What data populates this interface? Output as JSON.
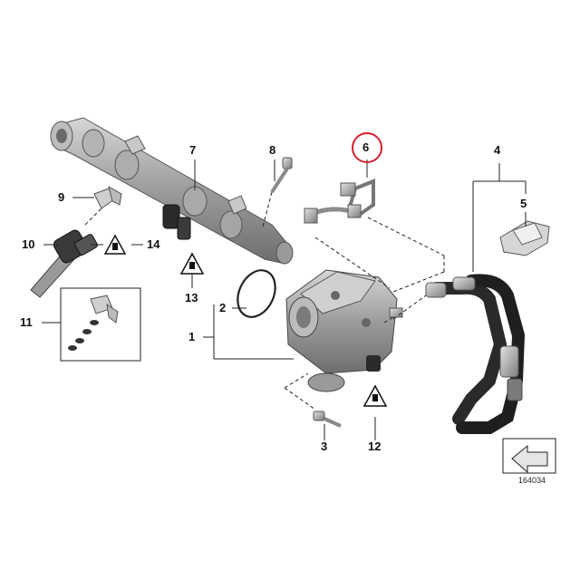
{
  "callouts": {
    "c1": "1",
    "c2": "2",
    "c3": "3",
    "c4": "4",
    "c5": "5",
    "c6": "6",
    "c7": "7",
    "c8": "8",
    "c9": "9",
    "c10": "10",
    "c11": "11",
    "c12": "12",
    "c13": "13",
    "c14": "14"
  },
  "highlight_color": "#d81e2c",
  "reference_number": "164034",
  "icons": [
    "warning-triangle-icon",
    "nav-arrow-icon"
  ]
}
